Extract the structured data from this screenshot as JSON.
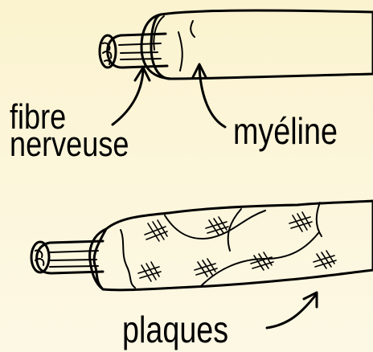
{
  "labels": {
    "fibre_line1": "fibre",
    "fibre_line2": "nerveuse",
    "myeline": "myéline",
    "plaques": "plaques"
  },
  "colors": {
    "background_top": "#fbf3cf",
    "background_bottom": "#fdf8e4",
    "ink": "#000000",
    "fill": "#ffffff"
  }
}
